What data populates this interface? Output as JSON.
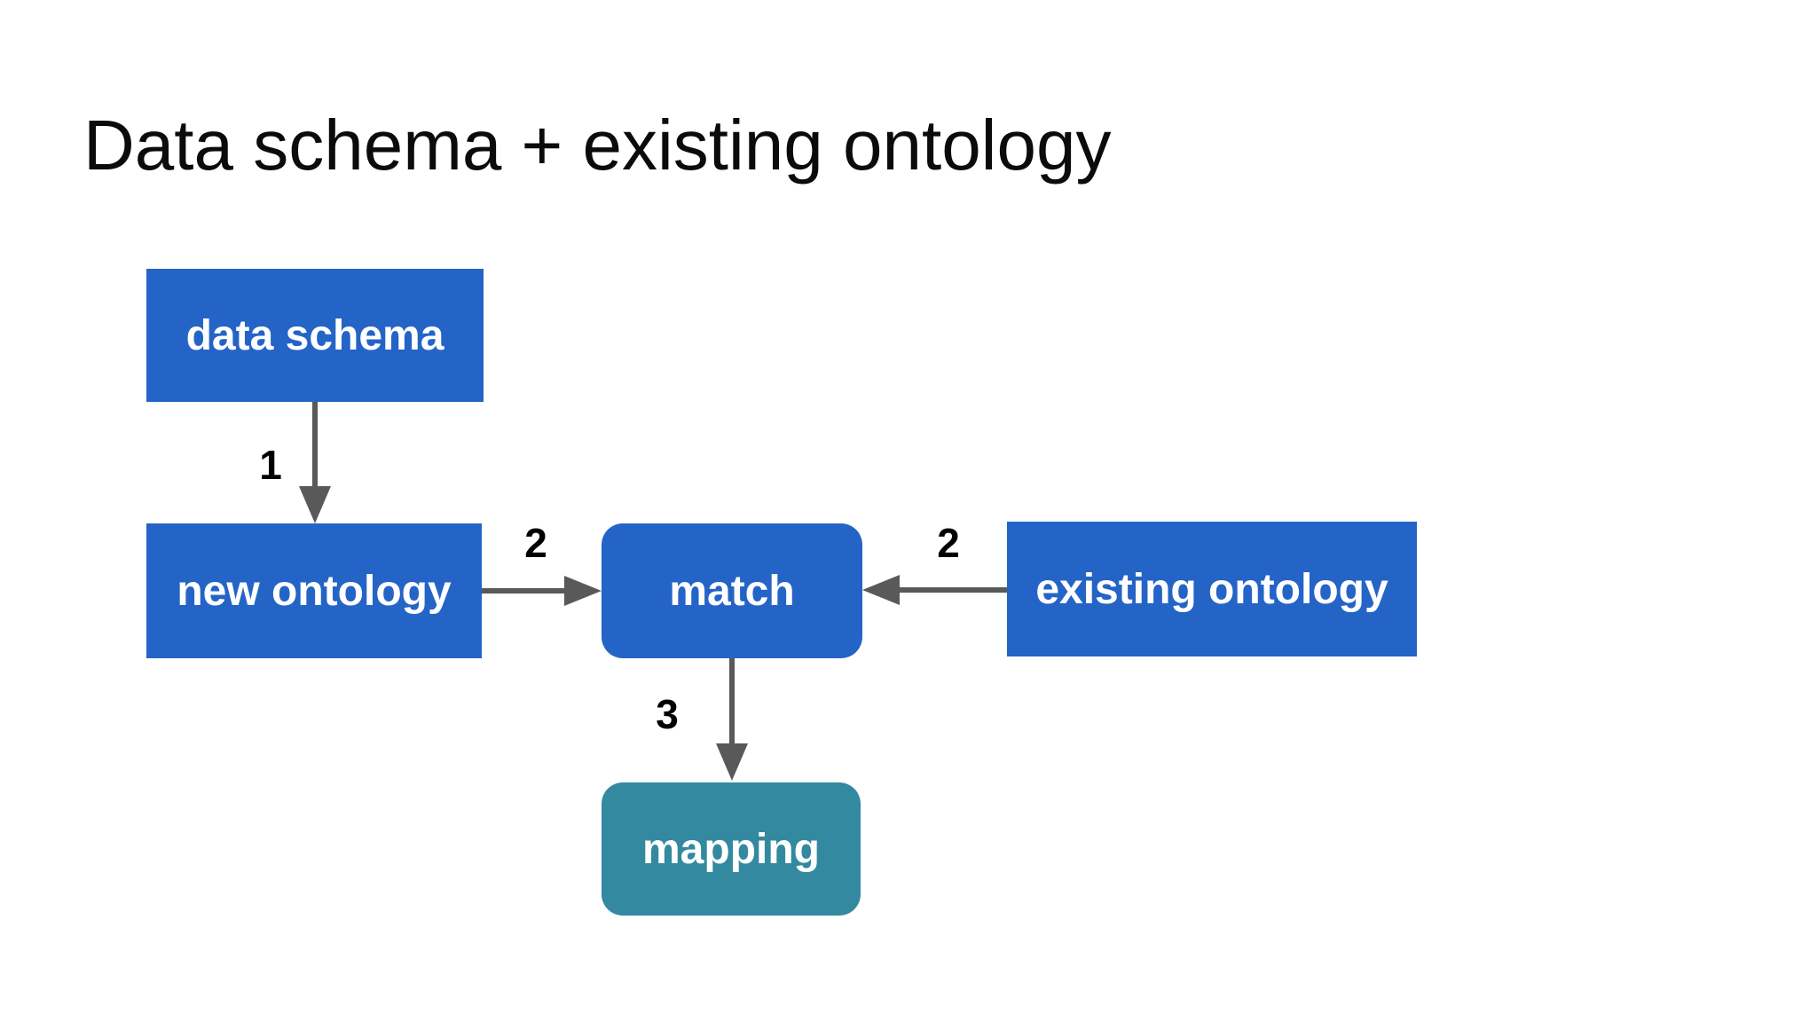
{
  "title": "Data schema + existing ontology",
  "diagram": {
    "nodes": [
      {
        "id": "data-schema",
        "label": "data schema",
        "shape": "rectangle",
        "color": "#2564c7"
      },
      {
        "id": "new-ontology",
        "label": "new ontology",
        "shape": "rectangle",
        "color": "#2564c7"
      },
      {
        "id": "match",
        "label": "match",
        "shape": "rounded-rectangle",
        "color": "#2564c7"
      },
      {
        "id": "existing-ontology",
        "label": "existing ontology",
        "shape": "rectangle",
        "color": "#2564c7"
      },
      {
        "id": "mapping",
        "label": "mapping",
        "shape": "rounded-rectangle",
        "color": "#33899f"
      }
    ],
    "edges": [
      {
        "from": "data-schema",
        "to": "new-ontology",
        "label": "1",
        "direction": "down"
      },
      {
        "from": "new-ontology",
        "to": "match",
        "label": "2",
        "direction": "right"
      },
      {
        "from": "existing-ontology",
        "to": "match",
        "label": "2",
        "direction": "left"
      },
      {
        "from": "match",
        "to": "mapping",
        "label": "3",
        "direction": "down"
      }
    ],
    "colors": {
      "node_blue": "#2564c7",
      "node_teal": "#33899f",
      "node_text": "#ffffff",
      "arrow": "#595959",
      "edge_label": "#000000",
      "title_text": "#0b0b0b",
      "background": "#ffffff"
    }
  }
}
